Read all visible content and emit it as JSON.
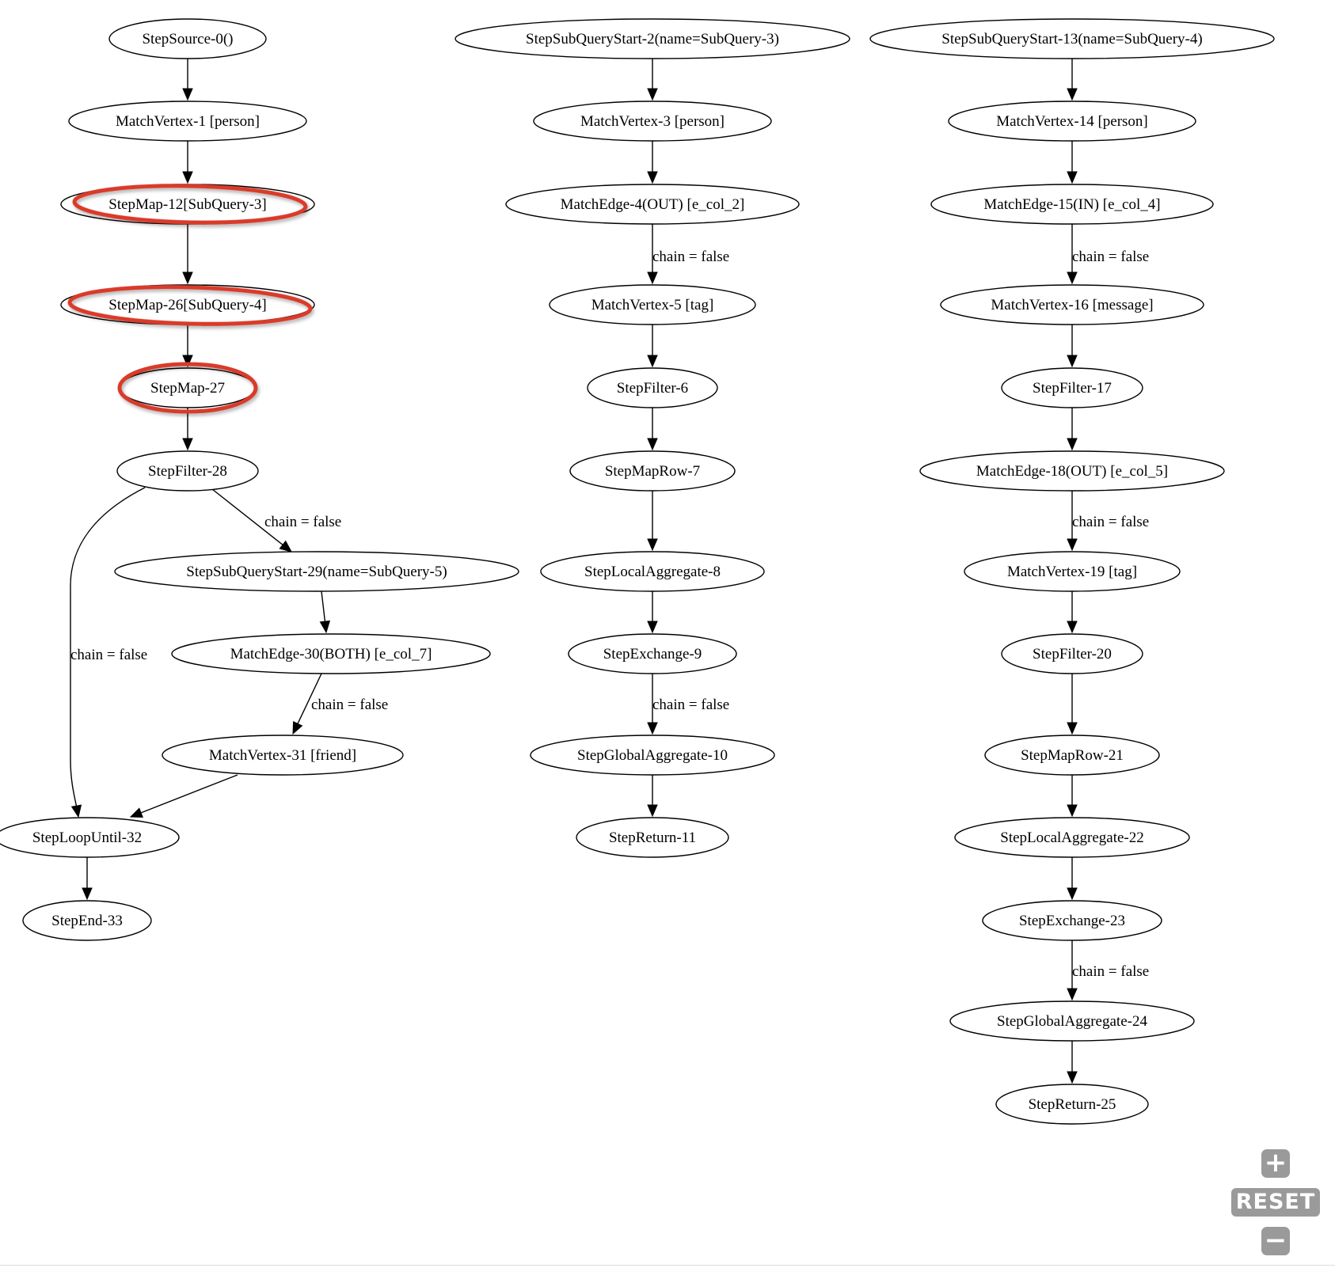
{
  "graph": {
    "nodes": [
      {
        "id": "n0",
        "label": "StepSource-0()",
        "highlighted": false
      },
      {
        "id": "n1",
        "label": "MatchVertex-1 [person]",
        "highlighted": false
      },
      {
        "id": "n12",
        "label": "StepMap-12[SubQuery-3]",
        "highlighted": true
      },
      {
        "id": "n26",
        "label": "StepMap-26[SubQuery-4]",
        "highlighted": true
      },
      {
        "id": "n27",
        "label": "StepMap-27",
        "highlighted": true
      },
      {
        "id": "n28",
        "label": "StepFilter-28",
        "highlighted": false
      },
      {
        "id": "n29",
        "label": "StepSubQueryStart-29(name=SubQuery-5)",
        "highlighted": false
      },
      {
        "id": "n30",
        "label": "MatchEdge-30(BOTH) [e_col_7]",
        "highlighted": false
      },
      {
        "id": "n31",
        "label": "MatchVertex-31 [friend]",
        "highlighted": false
      },
      {
        "id": "n32",
        "label": "StepLoopUntil-32",
        "highlighted": false
      },
      {
        "id": "n33",
        "label": "StepEnd-33",
        "highlighted": false
      },
      {
        "id": "n2",
        "label": "StepSubQueryStart-2(name=SubQuery-3)",
        "highlighted": false
      },
      {
        "id": "n3",
        "label": "MatchVertex-3 [person]",
        "highlighted": false
      },
      {
        "id": "n4",
        "label": "MatchEdge-4(OUT) [e_col_2]",
        "highlighted": false
      },
      {
        "id": "n5",
        "label": "MatchVertex-5 [tag]",
        "highlighted": false
      },
      {
        "id": "n6",
        "label": "StepFilter-6",
        "highlighted": false
      },
      {
        "id": "n7",
        "label": "StepMapRow-7",
        "highlighted": false
      },
      {
        "id": "n8",
        "label": "StepLocalAggregate-8",
        "highlighted": false
      },
      {
        "id": "n9",
        "label": "StepExchange-9",
        "highlighted": false
      },
      {
        "id": "n10",
        "label": "StepGlobalAggregate-10",
        "highlighted": false
      },
      {
        "id": "n11",
        "label": "StepReturn-11",
        "highlighted": false
      },
      {
        "id": "n13",
        "label": "StepSubQueryStart-13(name=SubQuery-4)",
        "highlighted": false
      },
      {
        "id": "n14",
        "label": "MatchVertex-14 [person]",
        "highlighted": false
      },
      {
        "id": "n15",
        "label": "MatchEdge-15(IN) [e_col_4]",
        "highlighted": false
      },
      {
        "id": "n16",
        "label": "MatchVertex-16 [message]",
        "highlighted": false
      },
      {
        "id": "n17",
        "label": "StepFilter-17",
        "highlighted": false
      },
      {
        "id": "n18",
        "label": "MatchEdge-18(OUT) [e_col_5]",
        "highlighted": false
      },
      {
        "id": "n19",
        "label": "MatchVertex-19 [tag]",
        "highlighted": false
      },
      {
        "id": "n20",
        "label": "StepFilter-20",
        "highlighted": false
      },
      {
        "id": "n21",
        "label": "StepMapRow-21",
        "highlighted": false
      },
      {
        "id": "n22",
        "label": "StepLocalAggregate-22",
        "highlighted": false
      },
      {
        "id": "n23",
        "label": "StepExchange-23",
        "highlighted": false
      },
      {
        "id": "n24",
        "label": "StepGlobalAggregate-24",
        "highlighted": false
      },
      {
        "id": "n25",
        "label": "StepReturn-25",
        "highlighted": false
      }
    ],
    "edges": [
      {
        "id": "e-n0-n1",
        "from": "n0",
        "to": "n1",
        "label": ""
      },
      {
        "id": "e-n1-n12",
        "from": "n1",
        "to": "n12",
        "label": ""
      },
      {
        "id": "e-n12-n26",
        "from": "n12",
        "to": "n26",
        "label": ""
      },
      {
        "id": "e-n26-n27",
        "from": "n26",
        "to": "n27",
        "label": ""
      },
      {
        "id": "e-n27-n28",
        "from": "n27",
        "to": "n28",
        "label": ""
      },
      {
        "id": "e-n28-n29",
        "from": "n28",
        "to": "n29",
        "label": "chain = false"
      },
      {
        "id": "e-n28-n32",
        "from": "n28",
        "to": "n32",
        "label": "chain = false"
      },
      {
        "id": "e-n29-n30",
        "from": "n29",
        "to": "n30",
        "label": ""
      },
      {
        "id": "e-n30-n31",
        "from": "n30",
        "to": "n31",
        "label": "chain = false"
      },
      {
        "id": "e-n31-n32",
        "from": "n31",
        "to": "n32",
        "label": ""
      },
      {
        "id": "e-n32-n33",
        "from": "n32",
        "to": "n33",
        "label": ""
      },
      {
        "id": "e-n2-n3",
        "from": "n2",
        "to": "n3",
        "label": ""
      },
      {
        "id": "e-n3-n4",
        "from": "n3",
        "to": "n4",
        "label": ""
      },
      {
        "id": "e-n4-n5",
        "from": "n4",
        "to": "n5",
        "label": "chain = false"
      },
      {
        "id": "e-n5-n6",
        "from": "n5",
        "to": "n6",
        "label": ""
      },
      {
        "id": "e-n6-n7",
        "from": "n6",
        "to": "n7",
        "label": ""
      },
      {
        "id": "e-n7-n8",
        "from": "n7",
        "to": "n8",
        "label": ""
      },
      {
        "id": "e-n8-n9",
        "from": "n8",
        "to": "n9",
        "label": ""
      },
      {
        "id": "e-n9-n10",
        "from": "n9",
        "to": "n10",
        "label": "chain = false"
      },
      {
        "id": "e-n10-n11",
        "from": "n10",
        "to": "n11",
        "label": ""
      },
      {
        "id": "e-n13-n14",
        "from": "n13",
        "to": "n14",
        "label": ""
      },
      {
        "id": "e-n14-n15",
        "from": "n14",
        "to": "n15",
        "label": ""
      },
      {
        "id": "e-n15-n16",
        "from": "n15",
        "to": "n16",
        "label": "chain = false"
      },
      {
        "id": "e-n16-n17",
        "from": "n16",
        "to": "n17",
        "label": ""
      },
      {
        "id": "e-n17-n18",
        "from": "n17",
        "to": "n18",
        "label": ""
      },
      {
        "id": "e-n18-n19",
        "from": "n18",
        "to": "n19",
        "label": "chain = false"
      },
      {
        "id": "e-n19-n20",
        "from": "n19",
        "to": "n20",
        "label": ""
      },
      {
        "id": "e-n20-n21",
        "from": "n20",
        "to": "n21",
        "label": ""
      },
      {
        "id": "e-n21-n22",
        "from": "n21",
        "to": "n22",
        "label": ""
      },
      {
        "id": "e-n22-n23",
        "from": "n22",
        "to": "n23",
        "label": ""
      },
      {
        "id": "e-n23-n24",
        "from": "n23",
        "to": "n24",
        "label": "chain = false"
      },
      {
        "id": "e-n24-n25",
        "from": "n24",
        "to": "n25",
        "label": ""
      }
    ]
  },
  "controls": {
    "zoom_in_icon": "plus-icon",
    "reset_label": "RESET",
    "zoom_out_icon": "minus-icon"
  },
  "colors": {
    "highlight": "#d93a2b",
    "control_bg": "#9a9a9a"
  }
}
